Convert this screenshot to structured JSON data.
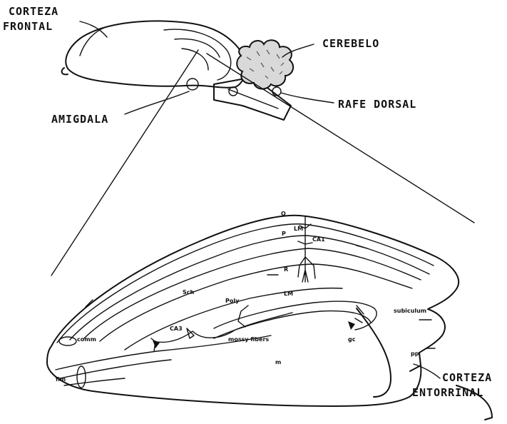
{
  "labels": {
    "corteza_frontal_line1": "CORTEZA",
    "corteza_frontal_line2": "FRONTAL",
    "cerebelo": "CEREBELO",
    "amigdala": "AMIGDALA",
    "rafe_dorsal": "RAFE DORSAL",
    "corteza_entorrinal_line1": "CORTEZA",
    "corteza_entorrinal_line2": "ENTORRINAL"
  },
  "hippocampus_labels": {
    "o": "O",
    "p": "P",
    "lm_top": "LM",
    "ca1": "CA1",
    "r": "R",
    "lm": "LM",
    "sch": "Sch",
    "poly": "Poly",
    "subiculum": "subiculum",
    "comm": "comm",
    "ca3": "CA3",
    "mf": "mossy fibers",
    "gc": "gc",
    "pp": "pp",
    "fim": "fim",
    "m": "m"
  }
}
